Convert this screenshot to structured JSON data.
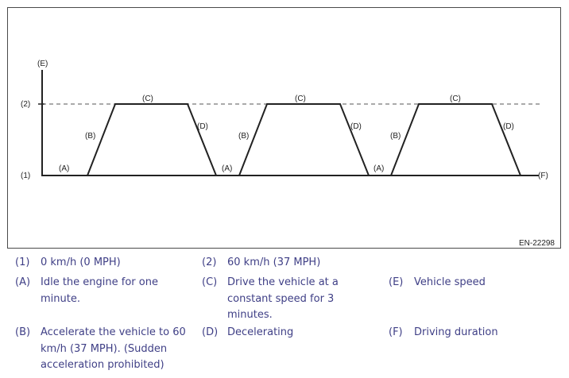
{
  "figure": {
    "code": "EN-22298",
    "axis_labels": {
      "y_axis": "(E)",
      "x_axis": "(F)",
      "level_high": "(2)",
      "level_base": "(1)"
    },
    "segment_labels": {
      "idle": "(A)",
      "accelerate": "(B)",
      "constant": "(C)",
      "decelerate": "(D)"
    }
  },
  "legend": [
    {
      "key": "(1)",
      "text": "0 km/h (0 MPH)"
    },
    {
      "key": "(2)",
      "text": "60 km/h (37 MPH)"
    },
    {
      "key": "(A)",
      "text": "Idle the engine for one minute."
    },
    {
      "key": "(C)",
      "text": "Drive the vehicle at a constant speed for 3 minutes."
    },
    {
      "key": "(E)",
      "text": "Vehicle speed"
    },
    {
      "key": "(B)",
      "text": "Accelerate the vehicle to 60 km/h (37 MPH). (Sudden acceleration prohibited)"
    },
    {
      "key": "(D)",
      "text": "Decelerating"
    },
    {
      "key": "(F)",
      "text": "Driving duration"
    }
  ]
}
